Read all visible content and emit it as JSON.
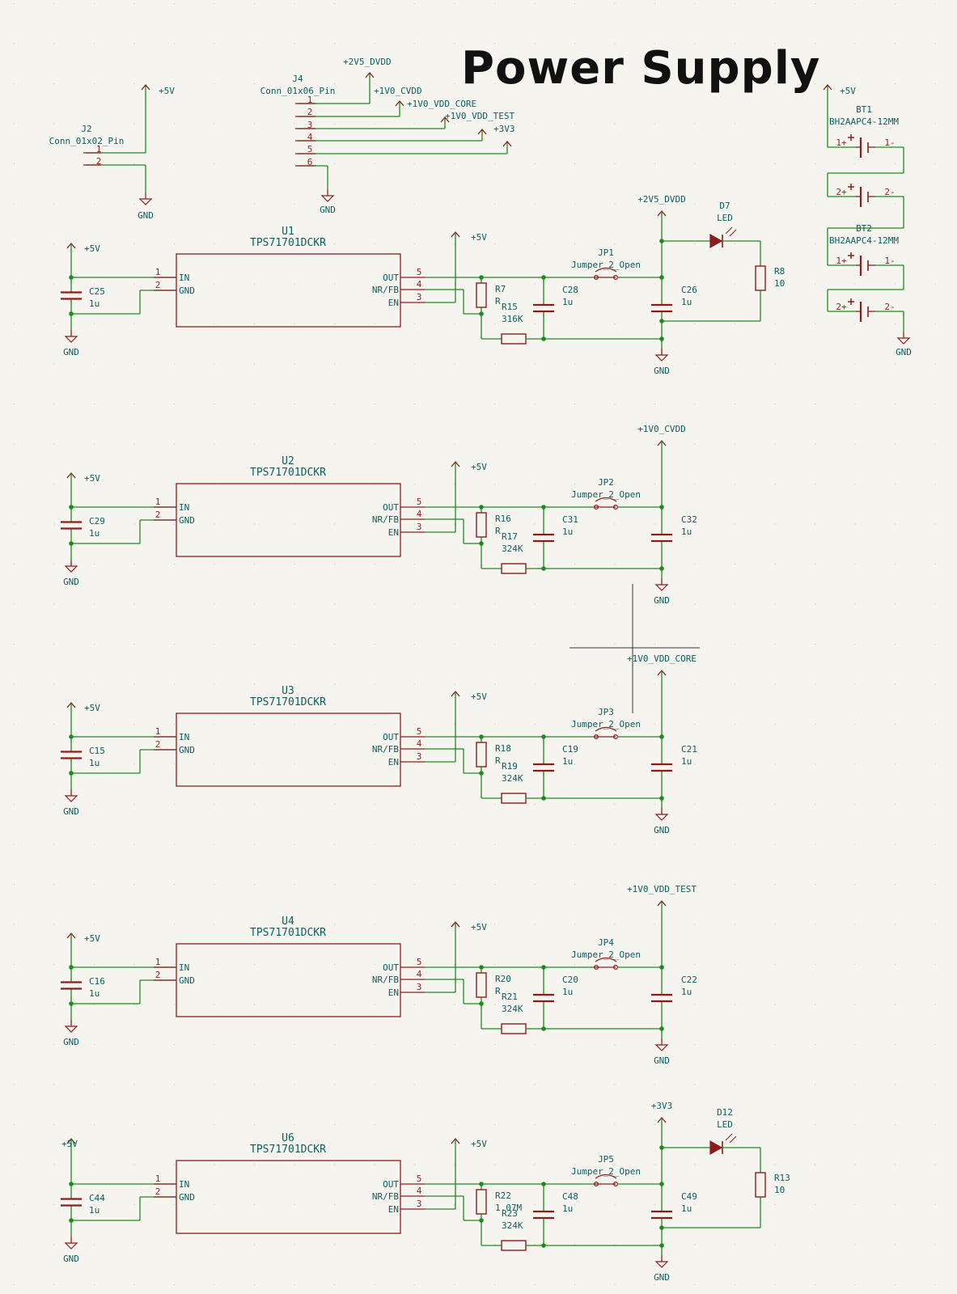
{
  "title": "Power Supply",
  "connectors": {
    "j2": {
      "ref": "J2",
      "value": "Conn_01x02_Pin",
      "pins": [
        "1",
        "2"
      ],
      "pwr": "+5V",
      "gnd": "GND"
    },
    "j4": {
      "ref": "J4",
      "value": "Conn_01x06_Pin",
      "pins": [
        "1",
        "2",
        "3",
        "4",
        "5",
        "6"
      ],
      "rails": [
        "+2V5_DVDD",
        "+1V0_CVDD",
        "+1V0_VDD_CORE",
        "+1V0_VDD_TEST",
        "+3V3"
      ],
      "gnd": "GND"
    }
  },
  "battery": {
    "pwr": "+5V",
    "gnd": "GND",
    "bt1": {
      "ref": "BT1",
      "value": "BH2AAPC4-12MM"
    },
    "bt2": {
      "ref": "BT2",
      "value": "BH2AAPC4-12MM"
    },
    "pin_plus1": "1+",
    "pin_minus1": "1-",
    "pin_plus2": "2+",
    "pin_minus2": "2-"
  },
  "regulators": [
    {
      "ref": "U1",
      "value": "TPS71701DCKR",
      "vin": "+5V",
      "cin": "C25",
      "cin_val": "1u",
      "en_pwr": "+5V",
      "r_top": "R7",
      "r_top_val": "R",
      "r_bot": "R15",
      "r_bot_val": "316K",
      "c_mid": "C28",
      "c_mid_val": "1u",
      "jp": "JP1",
      "jp_val": "Jumper_2_Open",
      "rail": "+2V5_DVDD",
      "c_out": "C26",
      "c_out_val": "1u",
      "led": "D7",
      "led_val": "LED",
      "led_r": "R8",
      "led_r_val": "10"
    },
    {
      "ref": "U2",
      "value": "TPS71701DCKR",
      "vin": "+5V",
      "cin": "C29",
      "cin_val": "1u",
      "en_pwr": "+5V",
      "r_top": "R16",
      "r_top_val": "R",
      "r_bot": "R17",
      "r_bot_val": "324K",
      "c_mid": "C31",
      "c_mid_val": "1u",
      "jp": "JP2",
      "jp_val": "Jumper_2_Open",
      "rail": "+1V0_CVDD",
      "c_out": "C32",
      "c_out_val": "1u"
    },
    {
      "ref": "U3",
      "value": "TPS71701DCKR",
      "vin": "+5V",
      "cin": "C15",
      "cin_val": "1u",
      "en_pwr": "+5V",
      "r_top": "R18",
      "r_top_val": "R",
      "r_bot": "R19",
      "r_bot_val": "324K",
      "c_mid": "C19",
      "c_mid_val": "1u",
      "jp": "JP3",
      "jp_val": "Jumper_2_Open",
      "rail": "+1V0_VDD_CORE",
      "c_out": "C21",
      "c_out_val": "1u"
    },
    {
      "ref": "U4",
      "value": "TPS71701DCKR",
      "vin": "+5V",
      "cin": "C16",
      "cin_val": "1u",
      "en_pwr": "+5V",
      "r_top": "R20",
      "r_top_val": "R",
      "r_bot": "R21",
      "r_bot_val": "324K",
      "c_mid": "C20",
      "c_mid_val": "1u",
      "jp": "JP4",
      "jp_val": "Jumper_2_Open",
      "rail": "+1V0_VDD_TEST",
      "c_out": "C22",
      "c_out_val": "1u"
    },
    {
      "ref": "U6",
      "value": "TPS71701DCKR",
      "vin": "+5V",
      "cin": "C44",
      "cin_val": "1u",
      "en_pwr": "+5V",
      "r_top": "R22",
      "r_top_val": "1.07M",
      "r_bot": "R23",
      "r_bot_val": "324K",
      "c_mid": "C48",
      "c_mid_val": "1u",
      "jp": "JP5",
      "jp_val": "Jumper_2_Open",
      "rail": "+3V3",
      "c_out": "C49",
      "c_out_val": "1u",
      "led": "D12",
      "led_val": "LED",
      "led_r": "R13",
      "led_r_val": "10"
    }
  ],
  "ic_pins": {
    "in": "IN",
    "gnd": "GND",
    "out": "OUT",
    "nrfb": "NR/FB",
    "en": "EN",
    "n_in": "1",
    "n_gnd": "2",
    "n_out": "5",
    "n_nrfb": "4",
    "n_en": "3"
  },
  "gnd_label": "GND",
  "colors": {
    "background": "#f5f4ef",
    "wire": "#1e8a1e",
    "symbol": "#8c1c1c",
    "label": "#0c5e5e",
    "grid_dot": "#b9b6ad"
  }
}
